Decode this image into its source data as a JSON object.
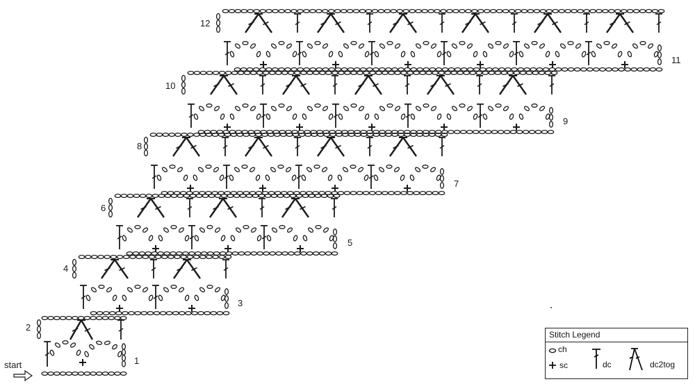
{
  "diagram": {
    "start_label": "start",
    "row_numbers": [
      "1",
      "2",
      "3",
      "4",
      "5",
      "6",
      "7",
      "8",
      "9",
      "10",
      "11",
      "12"
    ]
  },
  "legend": {
    "title": "Stitch Legend",
    "items": [
      {
        "symbol": "oval",
        "abbr": "ch"
      },
      {
        "symbol": "plus",
        "abbr": "sc"
      },
      {
        "symbol": "t",
        "abbr": "dc"
      },
      {
        "symbol": "fan",
        "abbr": "dc2tog"
      }
    ]
  },
  "colors": {
    "ink": "#1a1a1a",
    "background": "#ffffff"
  }
}
